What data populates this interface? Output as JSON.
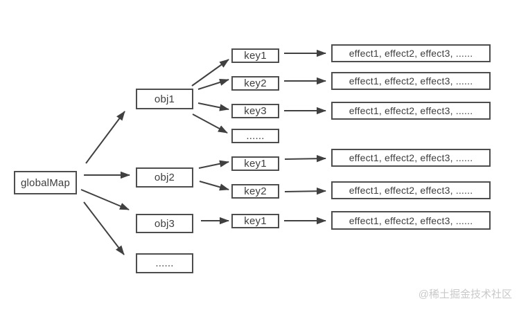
{
  "diagram": {
    "root": {
      "label": "globalMap"
    },
    "objects": [
      {
        "id": "obj1",
        "label": "obj1"
      },
      {
        "id": "obj2",
        "label": "obj2"
      },
      {
        "id": "obj3",
        "label": "obj3"
      },
      {
        "id": "obj-more",
        "label": "......"
      }
    ],
    "keys": [
      {
        "id": "obj1-key1",
        "label": "key1"
      },
      {
        "id": "obj1-key2",
        "label": "key2"
      },
      {
        "id": "obj1-key3",
        "label": "key3"
      },
      {
        "id": "obj1-more",
        "label": "......"
      },
      {
        "id": "obj2-key1",
        "label": "key1"
      },
      {
        "id": "obj2-key2",
        "label": "key2"
      },
      {
        "id": "obj3-key1",
        "label": "key1"
      }
    ],
    "effects": [
      {
        "id": "obj1-key1-effects",
        "label": "effect1, effect2, effect3, ......"
      },
      {
        "id": "obj1-key2-effects",
        "label": "effect1, effect2, effect3, ......"
      },
      {
        "id": "obj1-key3-effects",
        "label": "effect1, effect2, effect3, ......"
      },
      {
        "id": "obj2-key1-effects",
        "label": "effect1, effect2, effect3, ......"
      },
      {
        "id": "obj2-key2-effects",
        "label": "effect1, effect2, effect3, ......"
      },
      {
        "id": "obj3-key1-effects",
        "label": "effect1, effect2, effect3, ......"
      }
    ],
    "edges": [
      {
        "from": "globalMap",
        "to": "obj1"
      },
      {
        "from": "globalMap",
        "to": "obj2"
      },
      {
        "from": "globalMap",
        "to": "obj3"
      },
      {
        "from": "globalMap",
        "to": "obj-more"
      },
      {
        "from": "obj1",
        "to": "obj1-key1"
      },
      {
        "from": "obj1",
        "to": "obj1-key2"
      },
      {
        "from": "obj1",
        "to": "obj1-key3"
      },
      {
        "from": "obj1",
        "to": "obj1-more"
      },
      {
        "from": "obj2",
        "to": "obj2-key1"
      },
      {
        "from": "obj2",
        "to": "obj2-key2"
      },
      {
        "from": "obj3",
        "to": "obj3-key1"
      },
      {
        "from": "obj1-key1",
        "to": "obj1-key1-effects"
      },
      {
        "from": "obj1-key2",
        "to": "obj1-key2-effects"
      },
      {
        "from": "obj1-key3",
        "to": "obj1-key3-effects"
      },
      {
        "from": "obj2-key1",
        "to": "obj2-key1-effects"
      },
      {
        "from": "obj2-key2",
        "to": "obj2-key2-effects"
      },
      {
        "from": "obj3-key1",
        "to": "obj3-key1-effects"
      }
    ],
    "colors": {
      "box_border": "#4d4d4d",
      "box_fill": "#ffffff",
      "arrow": "#404040",
      "text": "#3d3d3d"
    }
  },
  "watermark": {
    "text": "@稀土掘金技术社区",
    "color": "#c9c9c9"
  }
}
